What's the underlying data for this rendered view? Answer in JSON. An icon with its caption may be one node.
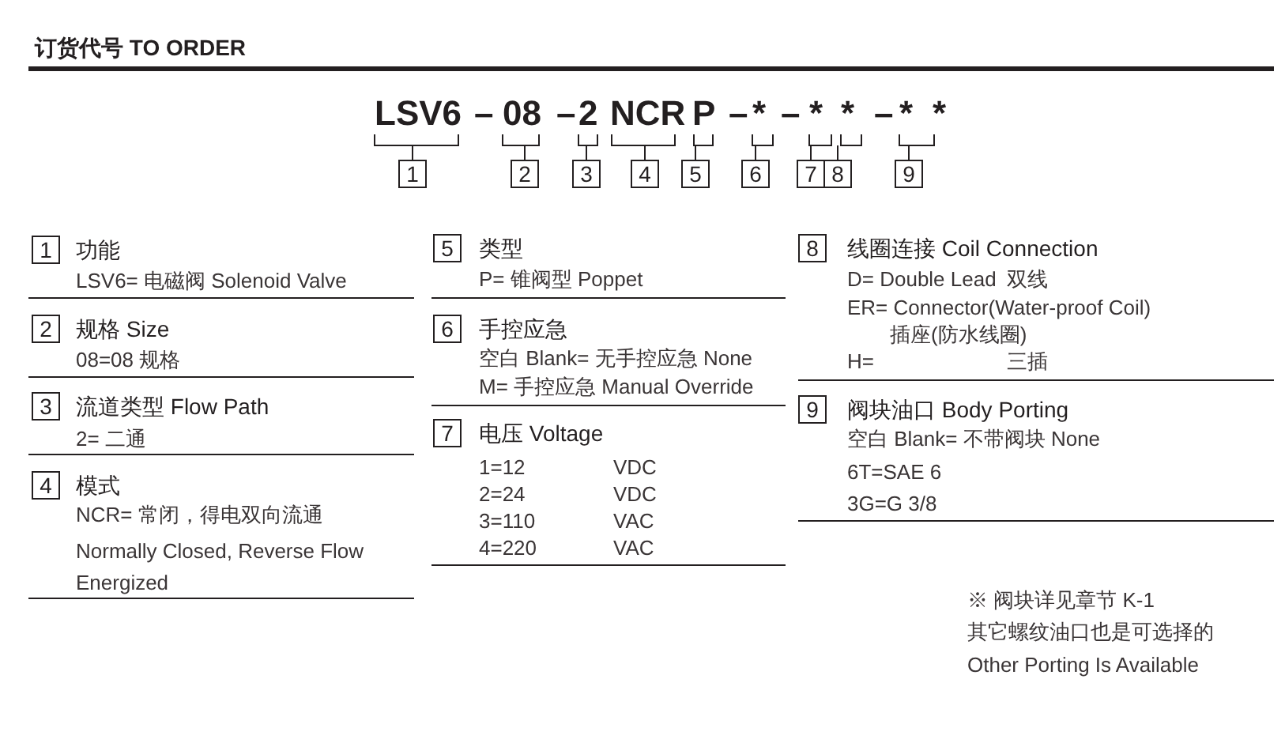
{
  "diagram": {
    "title": "订货代号 TO ORDER",
    "nodes": [
      {
        "text": [
          "1"
        ]
      },
      {
        "text": [
          "2"
        ]
      },
      {
        "text": [
          "3"
        ]
      },
      {
        "text": [
          "4"
        ]
      },
      {
        "text": [
          "5"
        ]
      },
      {
        "text": [
          "6"
        ]
      },
      {
        "text": [
          "7"
        ]
      },
      {
        "text": [
          "8"
        ]
      },
      {
        "text": [
          "9"
        ]
      },
      {
        "text": [
          "1"
        ],
        "beside": [
          "功能",
          "LSV6= 电磁阀 Solenoid Valve"
        ]
      },
      {
        "text": [
          "2"
        ],
        "beside": [
          "规格 Size",
          "08=08 规格"
        ]
      },
      {
        "text": [
          "3"
        ],
        "beside": [
          "流道类型 Flow Path",
          "2= 二通"
        ]
      },
      {
        "text": [
          "4"
        ],
        "beside": [
          "模式",
          "NCR= 常闭，得电双向流通",
          "Normally Closed, Reverse Flow Energized"
        ]
      },
      {
        "text": [
          "5"
        ],
        "beside": [
          "类型",
          "P= 锥阀型 Poppet"
        ]
      },
      {
        "text": [
          "6"
        ],
        "beside": [
          "手控应急",
          "空白 Blank= 无手控应急 None",
          "M= 手控应急 Manual Override"
        ]
      },
      {
        "text": [
          "7"
        ],
        "beside": [
          "电压 Voltage",
          "1=12",
          "VDC",
          "2=24",
          "VDC",
          "3=110",
          "VAC",
          "4=220",
          "VAC"
        ]
      },
      {
        "text": [
          "8"
        ],
        "beside": [
          "线圈连接 Coil Connection",
          "D= Double Lead",
          "双线",
          "ER= Connector(Water-proof Coil)",
          "插座(防水线圈)",
          "H=",
          "三插"
        ]
      },
      {
        "text": [
          "9"
        ],
        "beside": [
          "阀块油口 Body Porting",
          "空白 Blank= 不带阀块 None",
          "6T=SAE 6",
          "3G=G 3/8"
        ]
      }
    ],
    "labels": [
      "LSV6",
      "–",
      "08",
      "–",
      "2",
      "NCR",
      "P",
      "–",
      "*",
      "–",
      "*",
      "*",
      "–",
      "*",
      "*",
      "※ 阀块详见章节 K-1",
      "其它螺纹油口也是可选择的",
      "Other Porting Is Available"
    ]
  }
}
